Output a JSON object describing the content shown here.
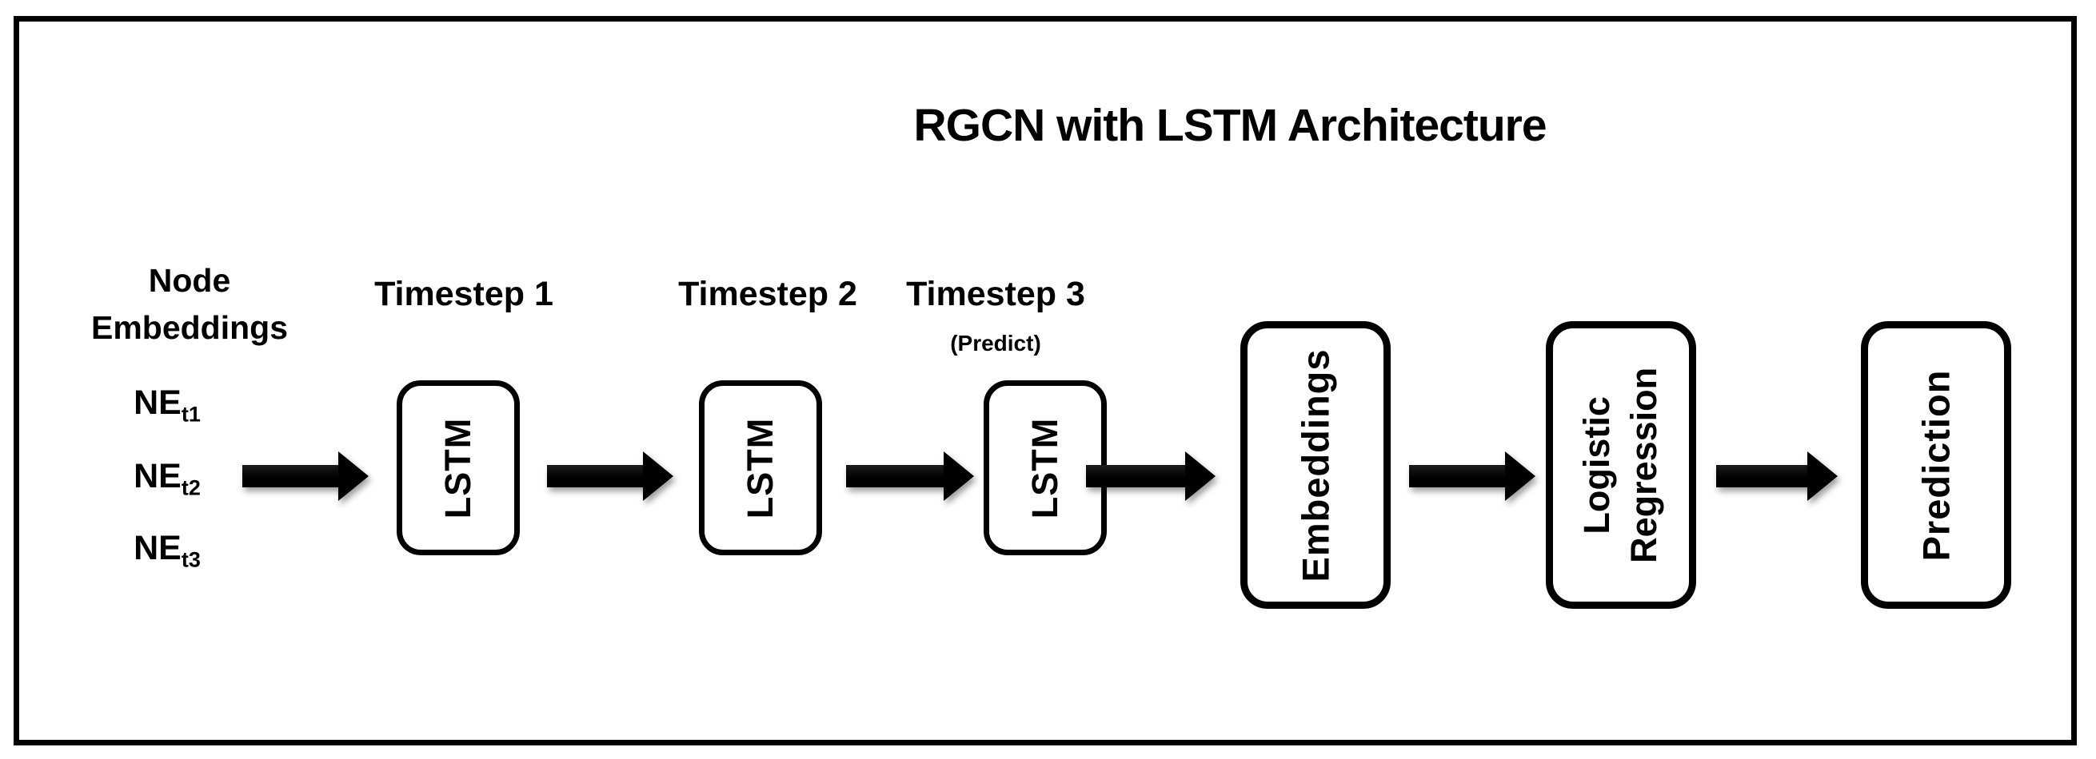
{
  "title": "RGCN with LSTM Architecture",
  "colors": {
    "ink": "#000000",
    "background": "#ffffff"
  },
  "icons": {
    "flow_arrow": "right-arrow"
  },
  "input_column": {
    "heading": "Node Embeddings",
    "items": [
      {
        "base": "NE",
        "sub": "t1"
      },
      {
        "base": "NE",
        "sub": "t2"
      },
      {
        "base": "NE",
        "sub": "t3"
      }
    ]
  },
  "timesteps": [
    {
      "label": "Timestep 1",
      "sublabel": "",
      "box_label": "LSTM"
    },
    {
      "label": "Timestep 2",
      "sublabel": "",
      "box_label": "LSTM"
    },
    {
      "label": "Timestep 3",
      "sublabel": "(Predict)",
      "box_label": "LSTM"
    }
  ],
  "output_boxes": [
    {
      "label": "Embeddings"
    },
    {
      "label": "Logistic Regression"
    },
    {
      "label": "Prediction"
    }
  ]
}
